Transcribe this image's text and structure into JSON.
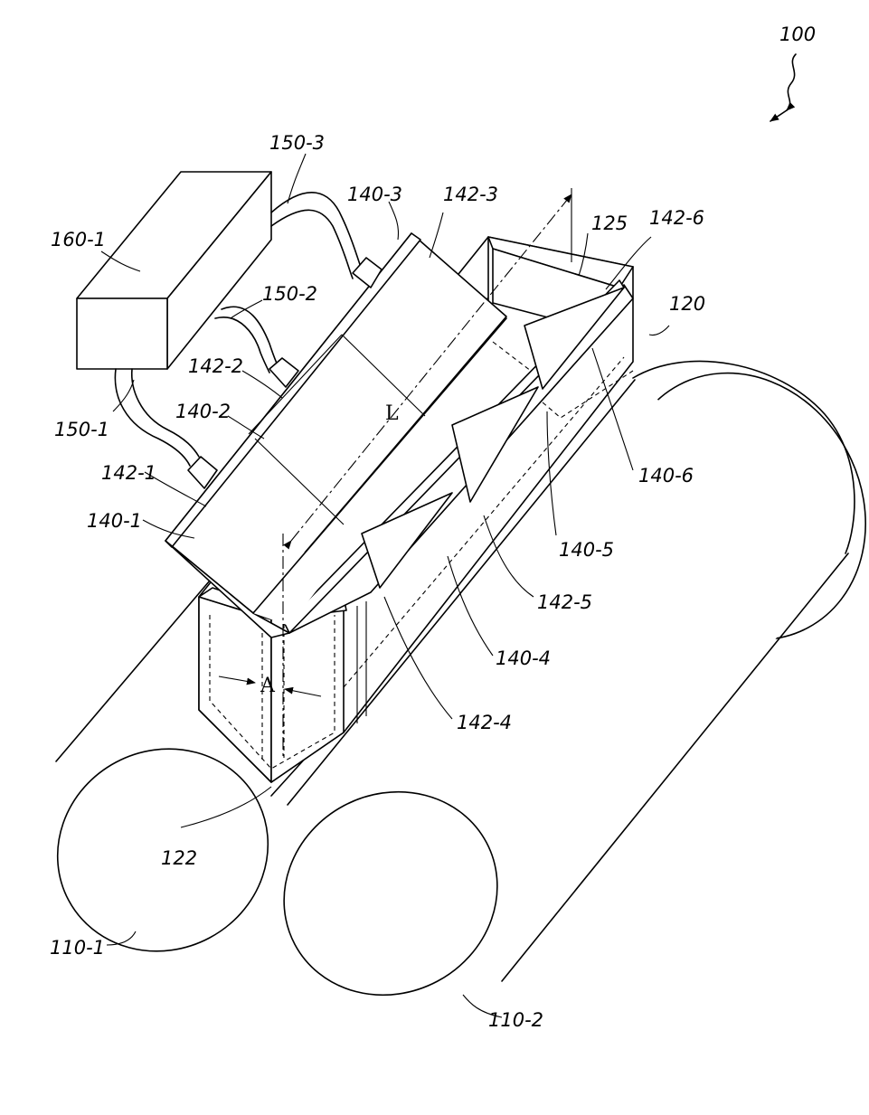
{
  "figure": {
    "ref_main": "100",
    "labels": {
      "tube_150_3": "150-3",
      "trough_140_3": "140-3",
      "chute_142_3": "142-3",
      "box_125": "125",
      "chute_142_6": "142-6",
      "unit_160_1": "160-1",
      "tube_150_2": "150-2",
      "frame_120": "120",
      "chute_142_2": "142-2",
      "trough_140_2": "140-2",
      "length_L": "L",
      "tube_150_1": "150-1",
      "chute_142_1": "142-1",
      "trough_140_1": "140-1",
      "trough_140_6": "140-6",
      "trough_140_5": "140-5",
      "chute_142_5": "142-5",
      "trough_140_4": "140-4",
      "width_A": "A",
      "chute_142_4": "142-4",
      "outlet_122": "122",
      "roller_110_1": "110-1",
      "roller_110_2": "110-2"
    }
  }
}
